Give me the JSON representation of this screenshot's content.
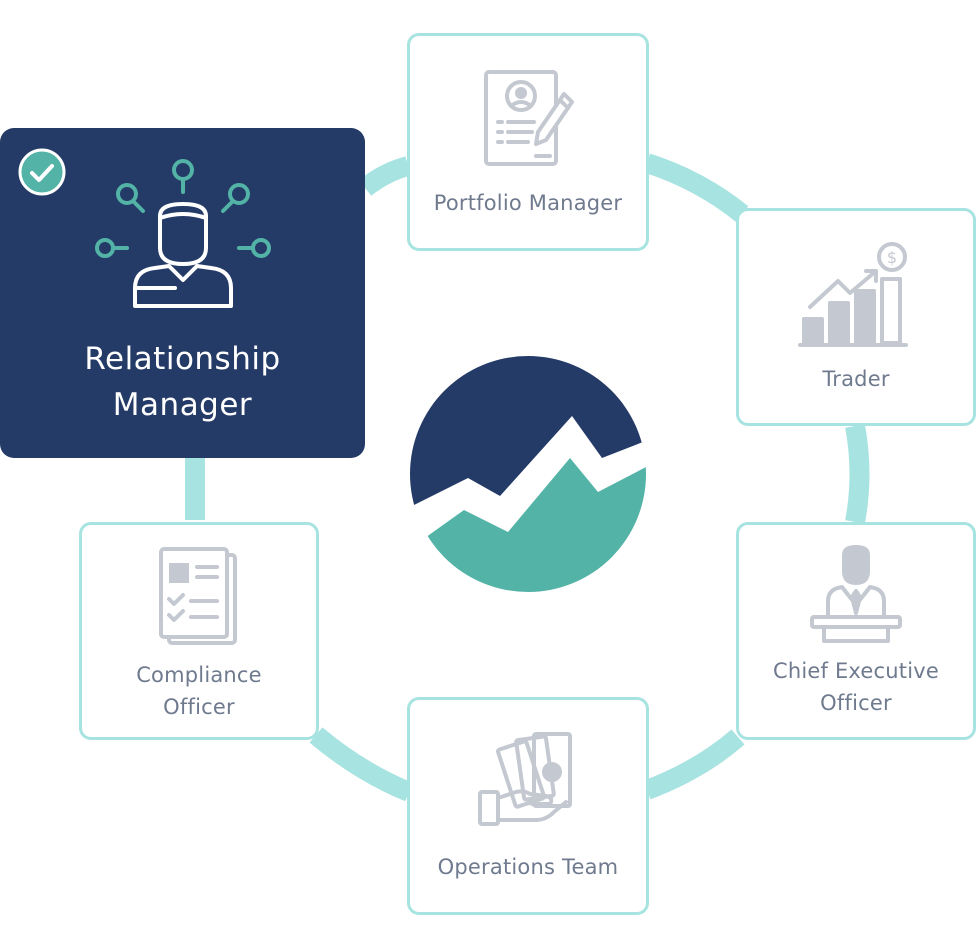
{
  "colors": {
    "ring": "#a6e3e1",
    "card_border": "#a6e3e1",
    "active_bg": "#243a67",
    "accent_teal": "#52b3a6",
    "icon_gray": "#c4c9d1",
    "label_gray": "#6f7a8e",
    "logo_navy": "#243a67",
    "logo_teal": "#52b3a6"
  },
  "roles": {
    "relationship_manager": {
      "line1": "Relationship",
      "line2": "Manager",
      "selected": true,
      "icon": "person-with-search-nodes-icon"
    },
    "portfolio_manager": {
      "label": "Portfolio Manager",
      "icon": "profile-document-pen-icon"
    },
    "trader": {
      "label": "Trader",
      "icon": "rising-bar-chart-dollar-icon"
    },
    "ceo": {
      "line1": "Chief Executive",
      "line2": "Officer",
      "icon": "speaker-at-podium-icon"
    },
    "operations": {
      "label": "Operations Team",
      "icon": "hand-holding-cash-icon"
    },
    "compliance": {
      "line1": "Compliance",
      "line2": "Officer",
      "icon": "checklist-document-icon"
    }
  },
  "logo": {
    "icon": "mountain-chart-logo-icon"
  },
  "selected_icon": "check-circle-icon"
}
